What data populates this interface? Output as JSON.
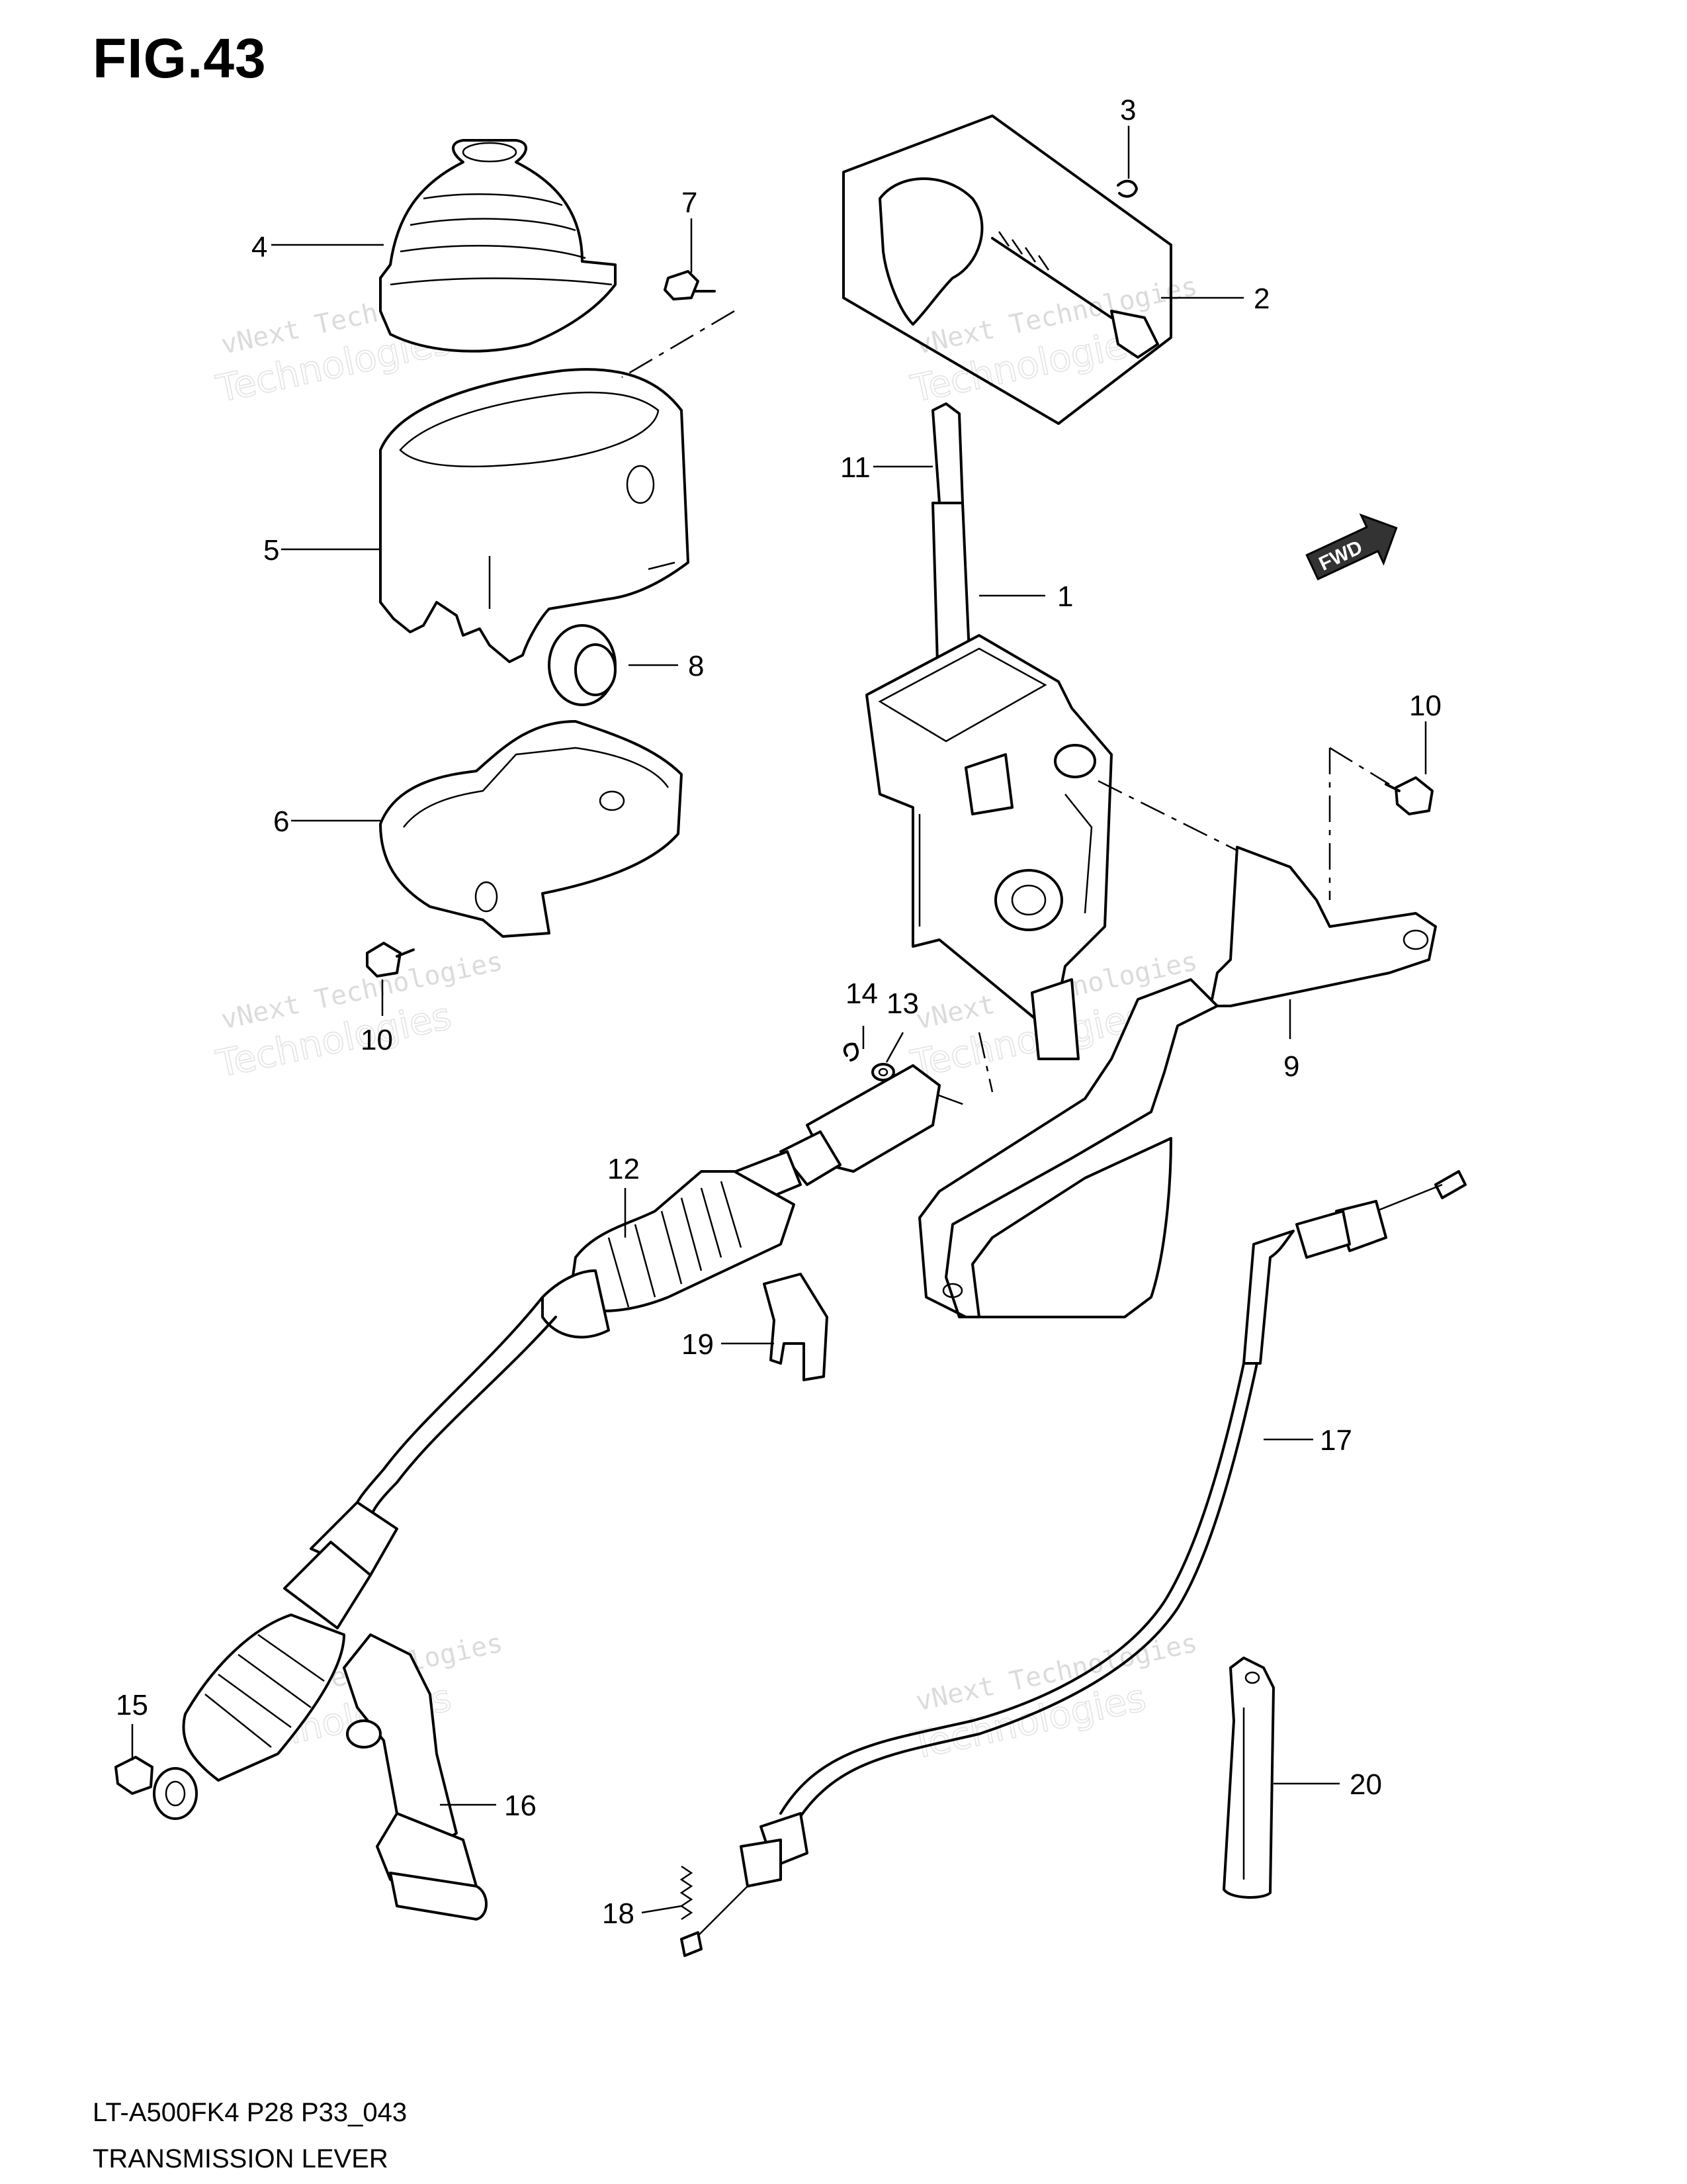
{
  "figure": {
    "title": "FIG.43"
  },
  "callouts": [
    {
      "id": "1",
      "label": "1"
    },
    {
      "id": "2",
      "label": "2"
    },
    {
      "id": "3",
      "label": "3"
    },
    {
      "id": "4",
      "label": "4"
    },
    {
      "id": "5",
      "label": "5"
    },
    {
      "id": "6",
      "label": "6"
    },
    {
      "id": "7",
      "label": "7"
    },
    {
      "id": "8",
      "label": "8"
    },
    {
      "id": "9",
      "label": "9"
    },
    {
      "id": "10a",
      "label": "10"
    },
    {
      "id": "10b",
      "label": "10"
    },
    {
      "id": "11",
      "label": "11"
    },
    {
      "id": "12",
      "label": "12"
    },
    {
      "id": "13",
      "label": "13"
    },
    {
      "id": "14",
      "label": "14"
    },
    {
      "id": "15",
      "label": "15"
    },
    {
      "id": "16",
      "label": "16"
    },
    {
      "id": "17",
      "label": "17"
    },
    {
      "id": "18",
      "label": "18"
    },
    {
      "id": "19",
      "label": "19"
    },
    {
      "id": "20",
      "label": "20"
    }
  ],
  "direction_badge": {
    "text": "FWD"
  },
  "watermark": {
    "text": "vNext Technologies",
    "big_text": "Technologies"
  },
  "footer": {
    "model_code": "LT-A500FK4 P28 P33_043",
    "section_name": "TRANSMISSION LEVER"
  }
}
